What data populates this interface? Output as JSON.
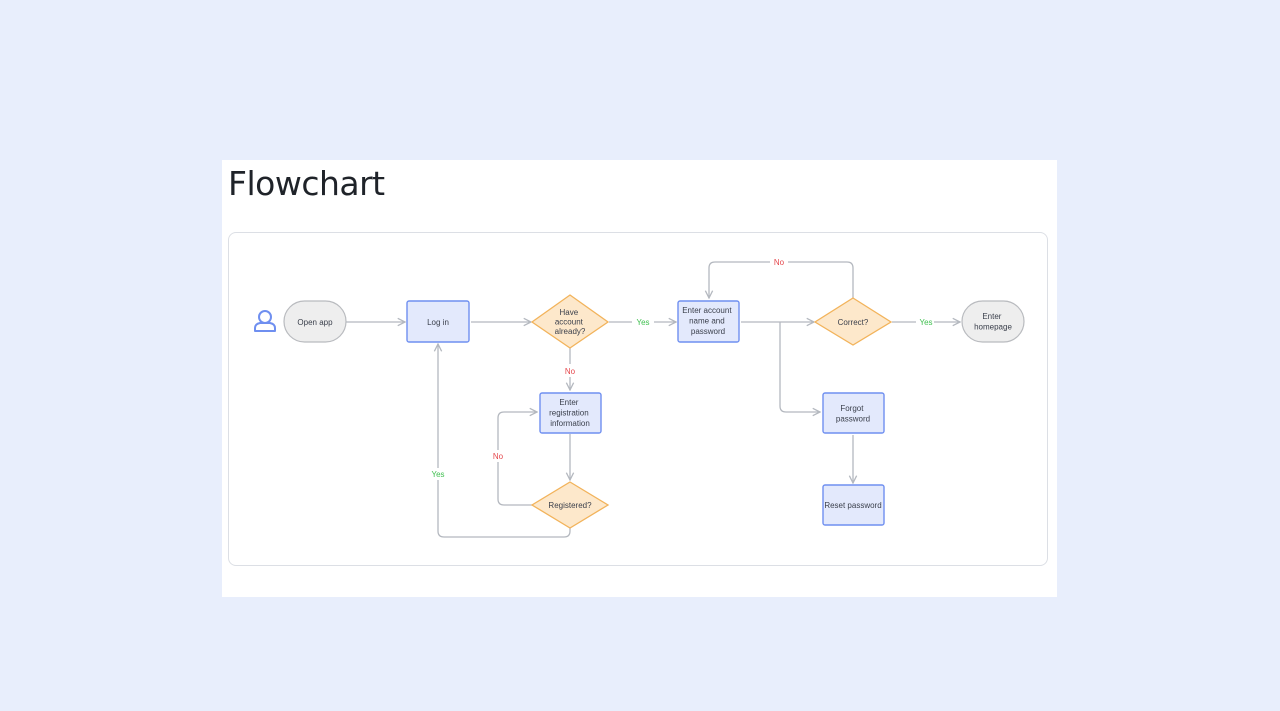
{
  "page": {
    "title": "Flowchart"
  },
  "colors": {
    "background": "#e8eefc",
    "process_fill": "#e3e9fc",
    "process_stroke": "#6f8ff0",
    "decision_fill": "#fde8cb",
    "decision_stroke": "#f2b35b",
    "terminal_fill": "#eeeeee",
    "yes_label": "#3fbf4f",
    "no_label": "#e5484d",
    "connector": "#b4b8bf",
    "user_icon": "#6f8ff0"
  },
  "icons": {
    "start": "user-icon"
  },
  "nodes": {
    "open_app": [
      "Open app"
    ],
    "log_in": [
      "Log in"
    ],
    "have_account": [
      "Have",
      "account",
      "already?"
    ],
    "enter_credentials": [
      "Enter account",
      "name and",
      "password"
    ],
    "correct": [
      "Correct?"
    ],
    "enter_homepage": [
      "Enter",
      "homepage"
    ],
    "enter_registration": [
      "Enter",
      "registration",
      "information"
    ],
    "registered": [
      "Registered?"
    ],
    "forgot_password": [
      "Forgot",
      "password"
    ],
    "reset_password": [
      "Reset password"
    ]
  },
  "edge_labels": {
    "have_account_yes": "Yes",
    "have_account_no": "No",
    "correct_yes": "Yes",
    "correct_no": "No",
    "registered_yes": "Yes",
    "registered_no": "No"
  }
}
